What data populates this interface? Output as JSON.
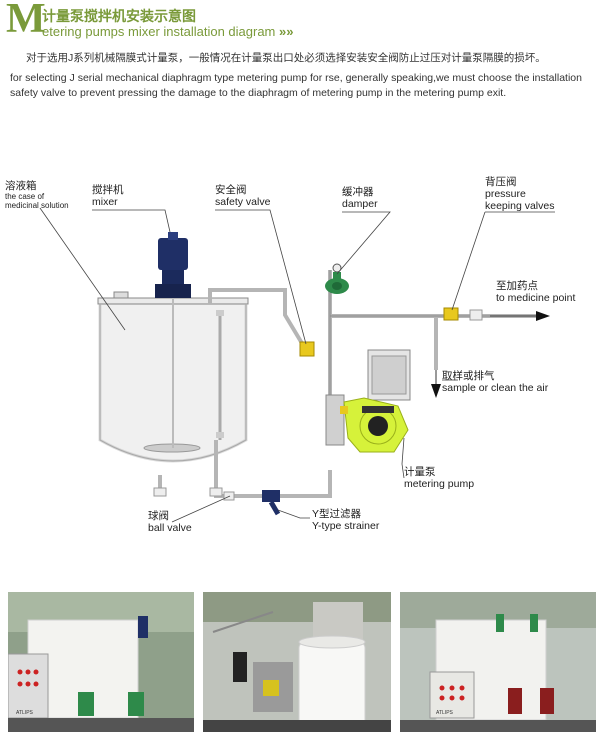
{
  "header": {
    "m_letter": "M",
    "title_cn": "计量泵搅拌机安装示意图",
    "title_en": "etering pumps mixer installation diagram",
    "title_suffix": "»»"
  },
  "intro": {
    "cn": "对于选用J系列机械隔膜式计量泵，一般情况在计量泵出口处必须选择安装安全阀防止过压对计量泵隔膜的损坏。",
    "en": "for selecting J serial mechanical diaphragm  type metering pump for rse,  generally speaking,we must choose the  installation   safety valve to prevent  pressing the damage to the diaphragm of metering pump in the  metering pump exit."
  },
  "labels": {
    "tank_cn": "溶液箱",
    "tank_en1": "the case of",
    "tank_en2": "medicinal solution",
    "mixer_cn": "搅拌机",
    "mixer_en": "mixer",
    "safety_cn": "安全阀",
    "safety_en": "safety valve",
    "damper_cn": "缓冲器",
    "damper_en": "damper",
    "pressure_cn": "背压阀",
    "pressure_en1": "pressure",
    "pressure_en2": "keeping valves",
    "medicine_cn": "至加药点",
    "medicine_en": "to medicine point",
    "sample_cn": "取样或排气",
    "sample_en": "sample or clean the air",
    "pump_cn": "计量泵",
    "pump_en": "metering pump",
    "ball_cn": "球阀",
    "ball_en": "ball valve",
    "strainer_cn": "Y型过滤器",
    "strainer_en": "Y-type strainer"
  },
  "photos": {
    "panel_text_1": "ATLIPS",
    "panel_text_2": "ATLIPS"
  },
  "colors": {
    "accent": "#7a9a3a",
    "valve": "#e8c81e",
    "pump": "#d6f23a",
    "mixer_motor": "#1f2f66",
    "damper": "#2e8a4a"
  }
}
